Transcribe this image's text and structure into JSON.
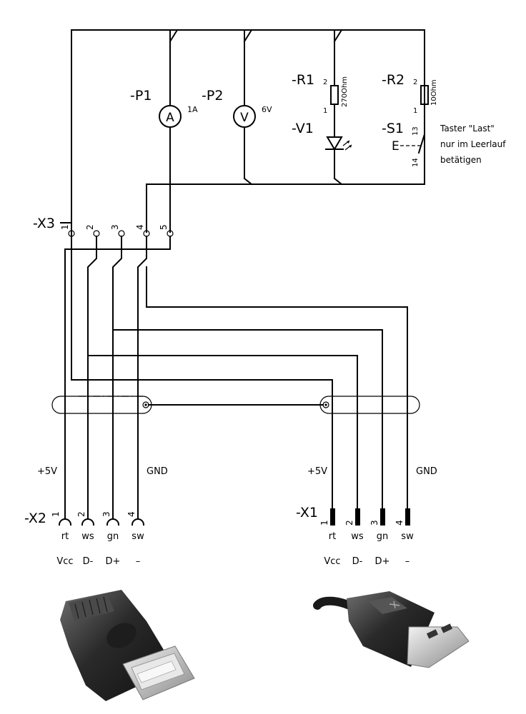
{
  "components": {
    "ammeter": {
      "ref": "-P1",
      "symbol": "A",
      "rating": "1A"
    },
    "voltmeter": {
      "ref": "-P2",
      "symbol": "V",
      "rating": "6V"
    },
    "resistor1": {
      "ref": "-R1",
      "value": "270Ohm",
      "pin_top": "2",
      "pin_bottom": "1"
    },
    "led": {
      "ref": "-V1"
    },
    "resistor2": {
      "ref": "-R2",
      "value": "10Ohm",
      "pin_top": "2",
      "pin_bottom": "1"
    },
    "switch": {
      "ref": "-S1",
      "pin_top": "13",
      "pin_bottom": "14",
      "actuator": "E",
      "note_line1": "Taster \"Last\"",
      "note_line2": "nur im Leerlauf",
      "note_line3": "betätigen"
    }
  },
  "terminal_x3": {
    "ref": "-X3",
    "pins": [
      "1",
      "2",
      "3",
      "4",
      "5"
    ]
  },
  "connector_x2": {
    "ref": "-X2",
    "pins": [
      "1",
      "2",
      "3",
      "4"
    ],
    "colors": [
      "rt",
      "ws",
      "gn",
      "sw"
    ],
    "signals": [
      "Vcc",
      "D-",
      "D+",
      "–"
    ],
    "left_label": "+5V",
    "right_label": "GND"
  },
  "connector_x1": {
    "ref": "-X1",
    "pins": [
      "1",
      "2",
      "3",
      "4"
    ],
    "colors": [
      "rt",
      "ws",
      "gn",
      "sw"
    ],
    "signals": [
      "Vcc",
      "D-",
      "D+",
      "–"
    ],
    "left_label": "+5V",
    "right_label": "GND"
  },
  "photos": {
    "left": "USB Type-A female adapter",
    "right": "USB Type-A male plug"
  }
}
